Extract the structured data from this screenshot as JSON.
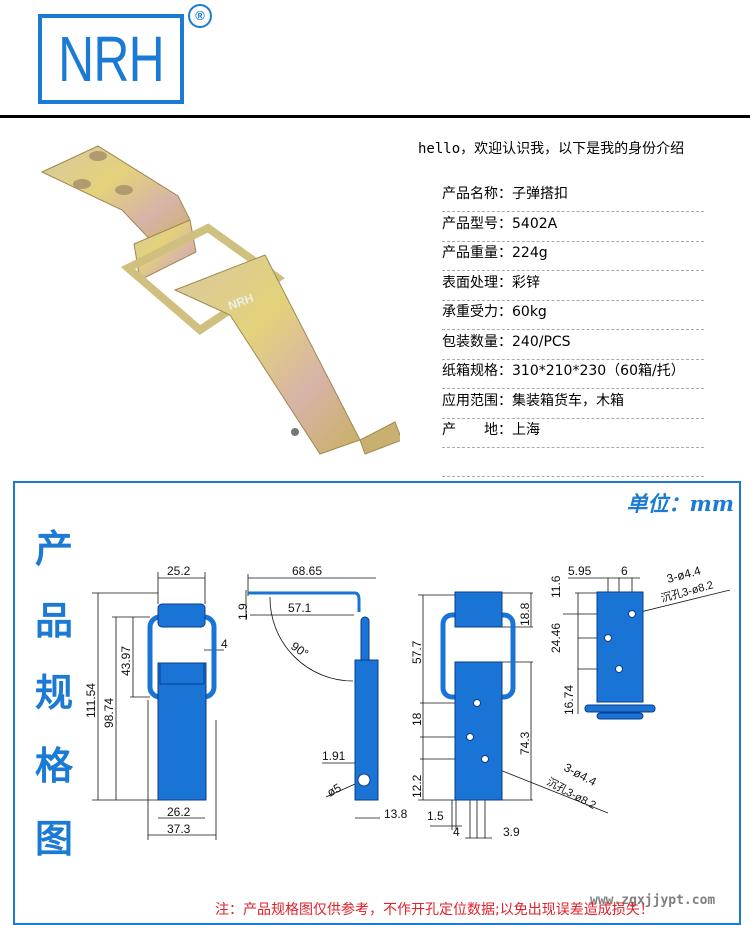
{
  "brand": {
    "logo_text": "NRH",
    "registered": "®"
  },
  "intro": "hello，欢迎认识我，以下是我的身份介绍",
  "specs": [
    {
      "label": "产品名称：",
      "value": "子弹搭扣"
    },
    {
      "label": "产品型号：",
      "value": "5402A"
    },
    {
      "label": "产品重量：",
      "value": "224g"
    },
    {
      "label": "表面处理：",
      "value": "彩锌"
    },
    {
      "label": "承重受力：",
      "value": "60kg"
    },
    {
      "label": "包装数量：",
      "value": "240/PCS"
    },
    {
      "label": "纸箱规格：",
      "value": "310*210*230（60箱/托）"
    },
    {
      "label": "应用范围：",
      "value": "集装箱货车，木箱"
    },
    {
      "label": "产　　地：",
      "value": "上海"
    }
  ],
  "drawing": {
    "unit": "单位：mm",
    "side_title": [
      "产",
      "品",
      "规",
      "格",
      "图"
    ],
    "front": {
      "top_width": "25.2",
      "total_height": "111.54",
      "body_height": "98.74",
      "bail_height": "43.97",
      "bail_thickness": "4",
      "bottom_inner": "26.2",
      "bottom_outer": "37.3"
    },
    "side": {
      "length": "68.65",
      "inner_length": "57.1",
      "thickness": "1.9",
      "angle": "90°",
      "offset": "1.91",
      "pin": "ø5",
      "depth": "13.8"
    },
    "back": {
      "height": "57.7",
      "top_block": "18.8",
      "hole_spacing": "18",
      "body_height": "74.3",
      "bottom_hole": "12.2",
      "edge": "1.5",
      "x1": "4",
      "x2": "3.9",
      "holes": "3-ø4.4",
      "countersink": "沉孔3-ø8.2"
    },
    "plate": {
      "x1": "5.95",
      "x2": "6",
      "top": "11.6",
      "mid": "24.46",
      "bottom": "16.74",
      "holes": "3-ø4.4",
      "countersink": "沉孔3-ø8.2"
    },
    "colors": {
      "part": "#1a74d6",
      "outline": "#0b3d8a"
    }
  },
  "note": "注：产品规格图仅供参考，不作开孔定位数据;以免出现误差造成损失！",
  "watermark": "www.zgxjjypt.com"
}
